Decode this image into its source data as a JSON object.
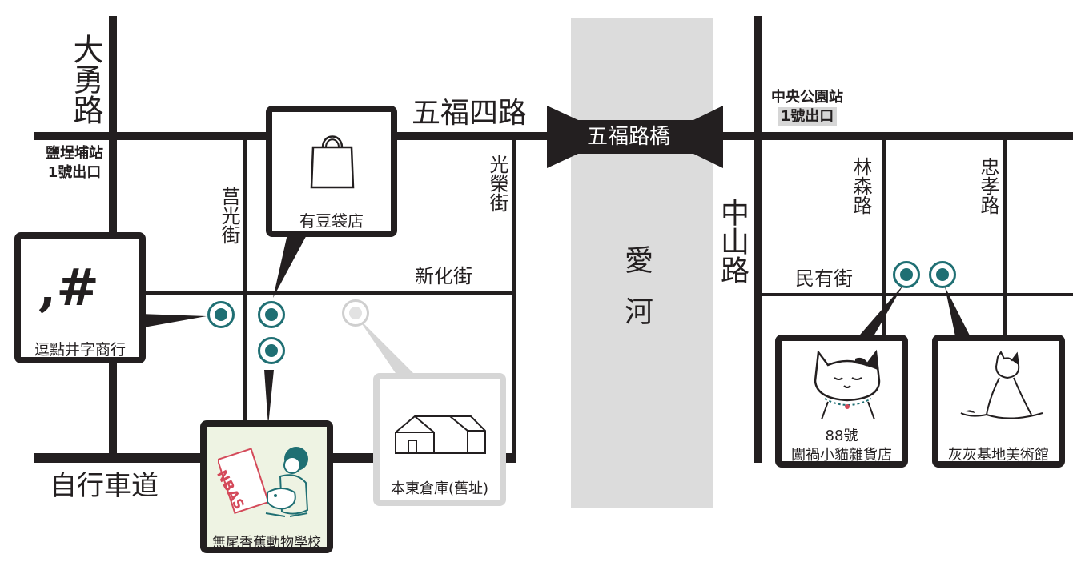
{
  "roads": {
    "dayong": "大勇路",
    "wufu4": "五福四路",
    "wufu_bridge": "五福路橋",
    "juguang": "莒光街",
    "guangrong": "光榮街",
    "xinhua": "新化街",
    "zhongshan": "中山路",
    "linsen": "林森路",
    "zhongxiao": "忠孝路",
    "minyou": "民有街",
    "bikeway": "自行車道",
    "river": "愛河"
  },
  "stations": {
    "yanchengpu": {
      "line1": "鹽埕埔站",
      "line2": "1號出口"
    },
    "central_park": {
      "line1": "中央公園站",
      "line2": "1號出口"
    }
  },
  "places": [
    {
      "id": "youdou",
      "name": "有豆袋店",
      "icon": "tote-bag-icon"
    },
    {
      "id": "doudian",
      "name": "逗點井字商行",
      "logo": ",#",
      "icon": "comma-hash-logo"
    },
    {
      "id": "nbas",
      "name": "無尾香蕉動物學校",
      "logo_text": "NBAS",
      "icon": "child-with-dog-illustration"
    },
    {
      "id": "bendong",
      "name": "本東倉庫(舊址)",
      "icon": "warehouse-icon",
      "status": "former"
    },
    {
      "id": "cat88",
      "number": "88號",
      "name": "闖禍小貓雜貨店",
      "icon": "cat-face-icon"
    },
    {
      "id": "huihui",
      "name": "灰灰基地美術館",
      "icon": "sitting-cat-icon"
    }
  ],
  "colors": {
    "road": "#231f20",
    "river": "#dcdcdc",
    "marker": "#1f6f73",
    "former_marker": "#cfcfcf",
    "nbas_background": "#eef3e3",
    "station_highlight": "#d6d6d6"
  }
}
